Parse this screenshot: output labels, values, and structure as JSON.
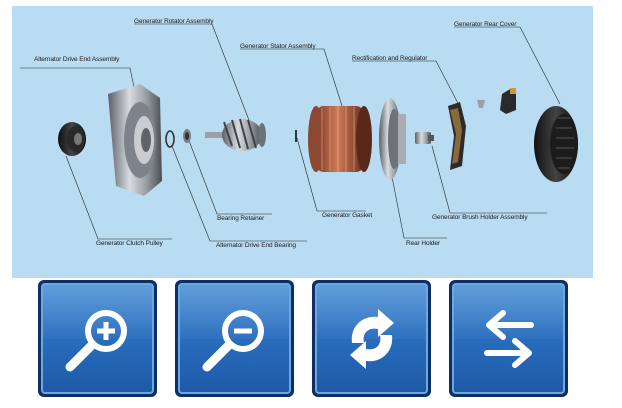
{
  "diagram": {
    "labels": {
      "rotator": "Generator Rotator Assembly",
      "rear_cover": "Generator Rear Cover",
      "stator": "Generator Stator Assembly",
      "drive_end": "Alternator Drive End Assembly",
      "rectification": "Rectification and Regulator",
      "bearing_retainer": "Bearing Retainer",
      "gasket": "Generator Gasket",
      "brush_holder": "Generator Brush Holder Assembly",
      "clutch_pulley": "Generator Clutch Pulley",
      "drive_end_bearing": "Alternator Drive End Bearing",
      "rear_holder": "Rear Holder"
    }
  },
  "toolbar": {
    "buttons": [
      {
        "id": "zoom-in",
        "icon": "zoom-in-icon"
      },
      {
        "id": "zoom-out",
        "icon": "zoom-out-icon"
      },
      {
        "id": "refresh",
        "icon": "refresh-icon"
      },
      {
        "id": "swap",
        "icon": "swap-arrows-icon"
      }
    ]
  },
  "colors": {
    "diagram_bg": "#b9dcf2",
    "button_blue": "#2a6fbf",
    "button_border": "#0b2f66",
    "stator_copper": "#b8664a"
  }
}
